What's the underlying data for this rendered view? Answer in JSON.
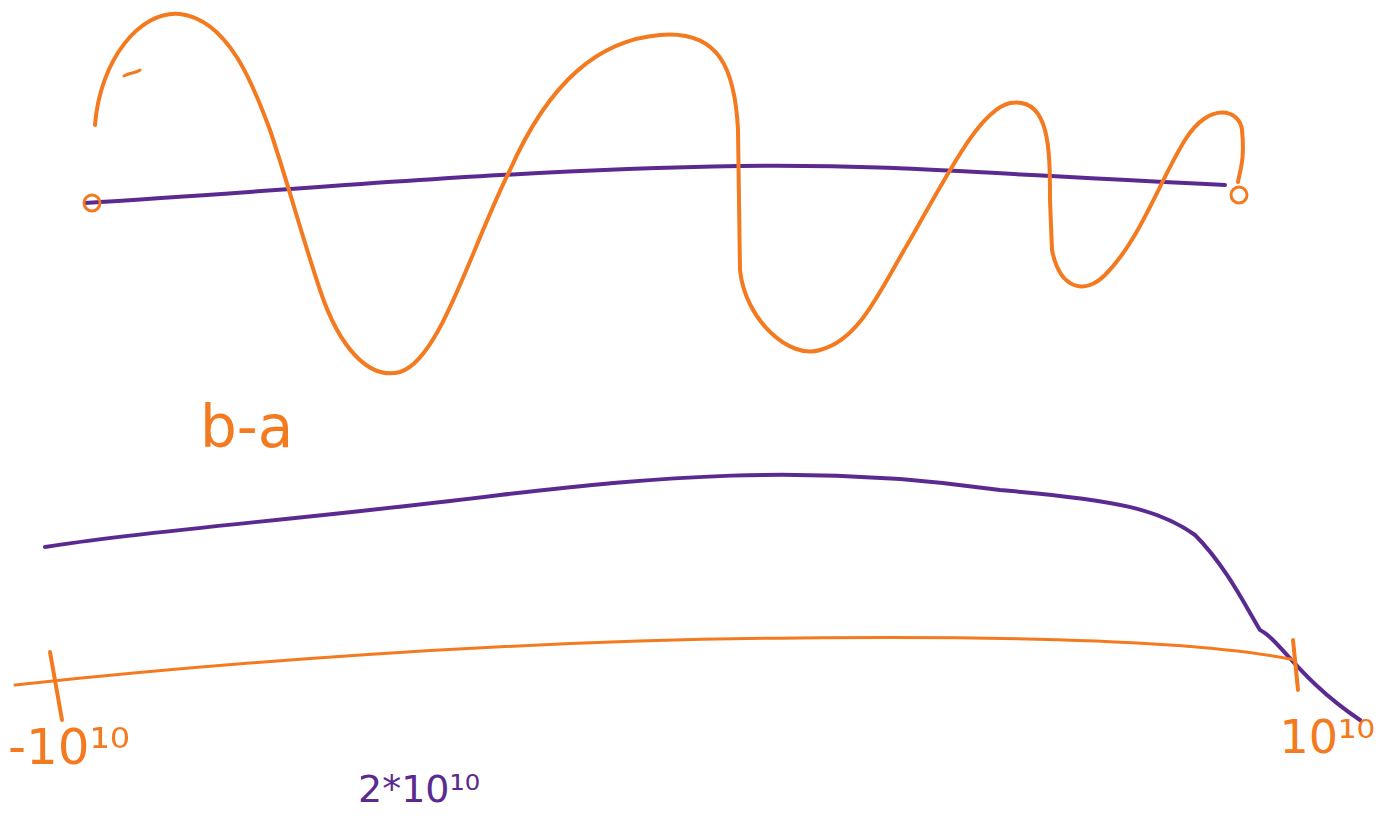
{
  "diagram": {
    "labels": [
      "b-a",
      "-10¹⁰",
      "10¹⁰",
      "2*10¹⁰"
    ]
  }
}
